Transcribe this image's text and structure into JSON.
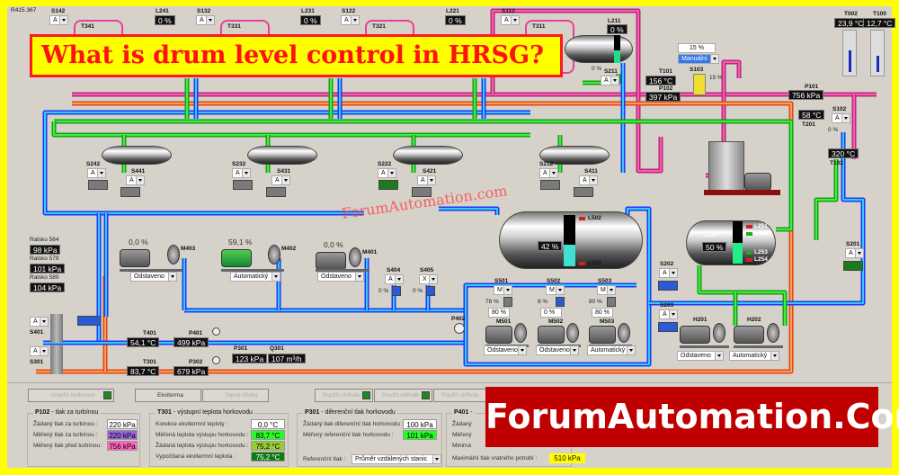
{
  "header": {
    "id": "R415.367"
  },
  "overlay": {
    "title": "What is drum level control in HRSG?",
    "brand": "ForumAutomation.Com",
    "watermark": "ForumAutomation.com"
  },
  "superheaters": [
    {
      "valve": "S142",
      "mode": "A",
      "temp_tag": "T341",
      "level_tag": "L241",
      "level": "0 %"
    },
    {
      "valve": "S132",
      "mode": "A",
      "temp_tag": "T331",
      "level_tag": "L231",
      "level": "0 %"
    },
    {
      "valve": "S122",
      "mode": "A",
      "temp_tag": "T321",
      "level_tag": "L221",
      "level": "0 %"
    },
    {
      "valve": "S112",
      "mode": "A",
      "temp_tag": "T311",
      "level_tag": "L211",
      "level": "0 %",
      "level_fill": 0.45,
      "valve2": "S211",
      "valve2_mode": "A",
      "valve2_pct": "0 %"
    }
  ],
  "exchangers": [
    {
      "valve_a": "S242",
      "mode_a": "A",
      "valve_b": "S441",
      "mode_b": "A"
    },
    {
      "valve_a": "S232",
      "mode_a": "A",
      "valve_b": "S431",
      "mode_b": "A"
    },
    {
      "valve_a": "S222",
      "mode_a": "A",
      "valve_b": "S421",
      "mode_b": "A"
    },
    {
      "valve_a": "S212",
      "mode_a": "A",
      "valve_b": "S411",
      "mode_b": "A"
    }
  ],
  "turbine": {
    "setpoint": "15 %",
    "mode": "Manuální",
    "valve": "S103",
    "valve_pct": "15 %",
    "T101": {
      "tag": "T101",
      "value": "156 °C"
    },
    "P102": {
      "tag": "P102",
      "value": "397 kPa"
    },
    "P101": {
      "tag": "P101",
      "value": "756 kPa"
    },
    "T201": {
      "tag": "T201",
      "value": "58 °C"
    },
    "S102": {
      "tag": "S102",
      "mode": "A",
      "pct": "0 %"
    },
    "T102": {
      "tag": "T102",
      "value": "320 °C"
    },
    "T002": {
      "tag": "T002",
      "value": "23,9 °C",
      "level": 0.55
    },
    "T100": {
      "tag": "T100",
      "value": "12,7 °C",
      "level": 0.4
    }
  },
  "remote_pressures": [
    {
      "label": "Ralsko 564",
      "value": "98 kPa"
    },
    {
      "label": "Ralsko 579",
      "value": "101 kPa"
    },
    {
      "label": "Ralsko 589",
      "value": "104 kPa"
    }
  ],
  "pumps": [
    {
      "tag": "M403",
      "speed": "0,0 %",
      "mode": "Odstaveno",
      "running": false
    },
    {
      "tag": "M402",
      "speed": "59,1 %",
      "mode": "Automatický",
      "running": true
    },
    {
      "tag": "M401",
      "speed": "0,0 %",
      "mode": "Odstaveno",
      "running": false
    }
  ],
  "valves_mid": [
    {
      "tag": "S404",
      "mode": "A",
      "pct": "0 %"
    },
    {
      "tag": "S405",
      "mode": "X",
      "pct": "0 %"
    }
  ],
  "main_drum": {
    "level": "42 %",
    "level_fill": 0.42,
    "high_tag": "L502",
    "low_tag": "L503",
    "accent": "#3fe0d0"
  },
  "l250_drum": {
    "tag": "L250",
    "level": "50 %",
    "level_fill": 0.5,
    "switches": [
      "L251",
      "L252",
      "L253",
      "L254"
    ],
    "accent": "#22ee88"
  },
  "makeup_pumps": [
    {
      "valve": "S501",
      "valve_mode": "M",
      "valve_pct": "78 %",
      "out": "80 %",
      "tag": "M501",
      "mode": "Odstaveno"
    },
    {
      "valve": "S502",
      "valve_mode": "M",
      "valve_pct": "8 %",
      "out": "0 %",
      "tag": "M502",
      "mode": "Odstaveno"
    },
    {
      "valve": "S503",
      "valve_mode": "M",
      "valve_pct": "80 %",
      "out": "80 %",
      "tag": "M503",
      "mode": "Automatický"
    }
  ],
  "right_valves": [
    {
      "tag": "S202",
      "mode": "A"
    },
    {
      "tag": "S203",
      "mode": "A"
    },
    {
      "tag": "S201",
      "mode": "A"
    }
  ],
  "h_pumps": [
    {
      "tag": "H201",
      "mode": "Odstaveno"
    },
    {
      "tag": "H202",
      "mode": "Automatický"
    }
  ],
  "bottom_line": {
    "S401": {
      "tag": "S401",
      "mode": "A"
    },
    "S301": {
      "tag": "S301",
      "mode": "A"
    },
    "T401": {
      "tag": "T401",
      "value": "54,1 °C"
    },
    "P401": {
      "tag": "P401",
      "value": "499 kPa"
    },
    "P301": {
      "tag": "P301",
      "value": "123 kPa"
    },
    "Q301": {
      "tag": "Q301",
      "value": "107 m³/h"
    },
    "T301": {
      "tag": "T301",
      "value": "83,7 °C"
    },
    "P302": {
      "tag": "P302",
      "value": "679 kPa"
    },
    "P402": {
      "tag": "P402"
    }
  },
  "controls": {
    "buttons": {
      "close_loop": "Uzavřít horkovod",
      "ekviterma": "Ekviterma",
      "curve": "Topná křivka",
      "heater1": "Použít ohřívák 1",
      "heater2": "Použít ohřívák 2",
      "heater3": "Použít ohřívák"
    },
    "p102": {
      "title": "P102",
      "subtitle": " - tlak za turbínou",
      "rows": [
        {
          "label": "Žádaný tlak za turbínou :",
          "value": "220 kPa",
          "color": "#ffffff"
        },
        {
          "label": "Měřený tlak za turbínou :",
          "value": "220 kPa",
          "color": "#9966dd"
        },
        {
          "label": "Měřený tlak před turbínou :",
          "value": "756 kPa",
          "color": "#ff66bb"
        }
      ]
    },
    "t301": {
      "title": "T301",
      "subtitle": " - výstupní teplota horkovodu",
      "rows": [
        {
          "label": "Korekce ekvitermní teploty :",
          "value": "0,0 °C",
          "color": "#ffffff"
        },
        {
          "label": "Měřená teplota výstupu horkovodu :",
          "value": "83,7 °C",
          "color": "#22ff22"
        },
        {
          "label": "Žádaná teplota výstupu horkovodu :",
          "value": "75,2 °C",
          "color": "#99cc33"
        },
        {
          "label": "Vypočítaná ekvitermní teplota :",
          "value": "75,2 °C",
          "color": "#117a11"
        }
      ]
    },
    "p301": {
      "title": "P301",
      "subtitle": " - diferenční tlak horkovodu",
      "rows": [
        {
          "label": "Žádaný tlak diferenční tlak horkovodu :",
          "value": "100 kPa",
          "color": "#ffffff"
        },
        {
          "label": "Měřený referenční tlak horkovodu :",
          "value": "101 kPa",
          "color": "#22ff22"
        }
      ],
      "ref_label": "Referenční tlak :",
      "ref_value": "Průměr vzdálených stanic"
    },
    "p401": {
      "title": "P401",
      "subtitle": " -",
      "rows": [
        "Žádaný",
        "Měřený",
        "Minimá"
      ],
      "max_label": "Maximální tlak vratného potrubí :",
      "max_value": "510 kPa",
      "max_color": "#ffff00"
    }
  }
}
